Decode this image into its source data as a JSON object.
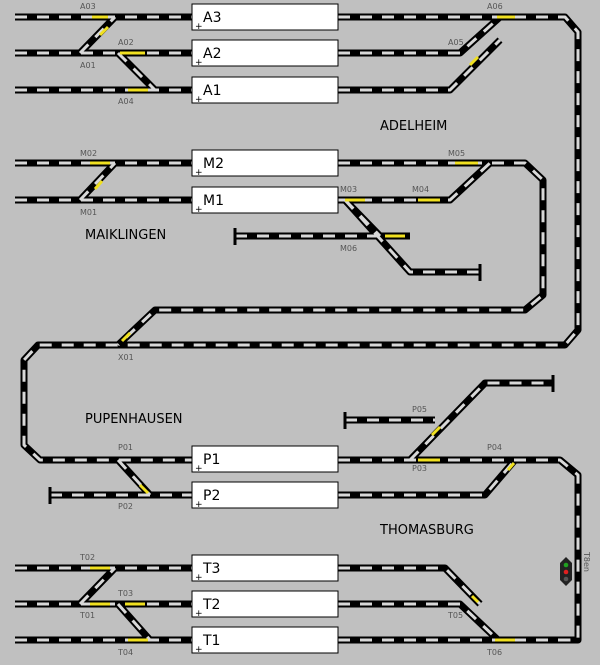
{
  "stations": {
    "adelheim": "ADELHEIM",
    "maiklingen": "MAIKLINGEN",
    "pupenhausen": "PUPENHAUSEN",
    "thomasburg": "THOMASBURG"
  },
  "blocks": {
    "a3": "A3",
    "a2": "A2",
    "a1": "A1",
    "m2": "M2",
    "m1": "M1",
    "p1": "P1",
    "p2": "P2",
    "t3": "T3",
    "t2": "T2",
    "t1": "T1"
  },
  "block_markers": {
    "plus": "+"
  },
  "switches": {
    "a03": "A03",
    "a02": "A02",
    "a01": "A01",
    "a04": "A04",
    "a06": "A06",
    "a05": "A05",
    "m02": "M02",
    "m01": "M01",
    "m05": "M05",
    "m03": "M03",
    "m04": "M04",
    "m06": "M06",
    "x01": "X01",
    "p01": "P01",
    "p02": "P02",
    "p05": "P05",
    "p03": "P03",
    "p04": "P04",
    "t02": "T02",
    "t01": "T01",
    "t03": "T03",
    "t04": "T04",
    "t05": "T05",
    "t06": "T06"
  },
  "signal": {
    "label": "T8en"
  },
  "colors": {
    "background": "#c0c0c0",
    "track": "#000000",
    "track_dash": "#d8d8d8",
    "route_highlight": "#f0e020",
    "block_fill": "#ffffff",
    "signal_red": "#e02020",
    "signal_green": "#20a020"
  }
}
